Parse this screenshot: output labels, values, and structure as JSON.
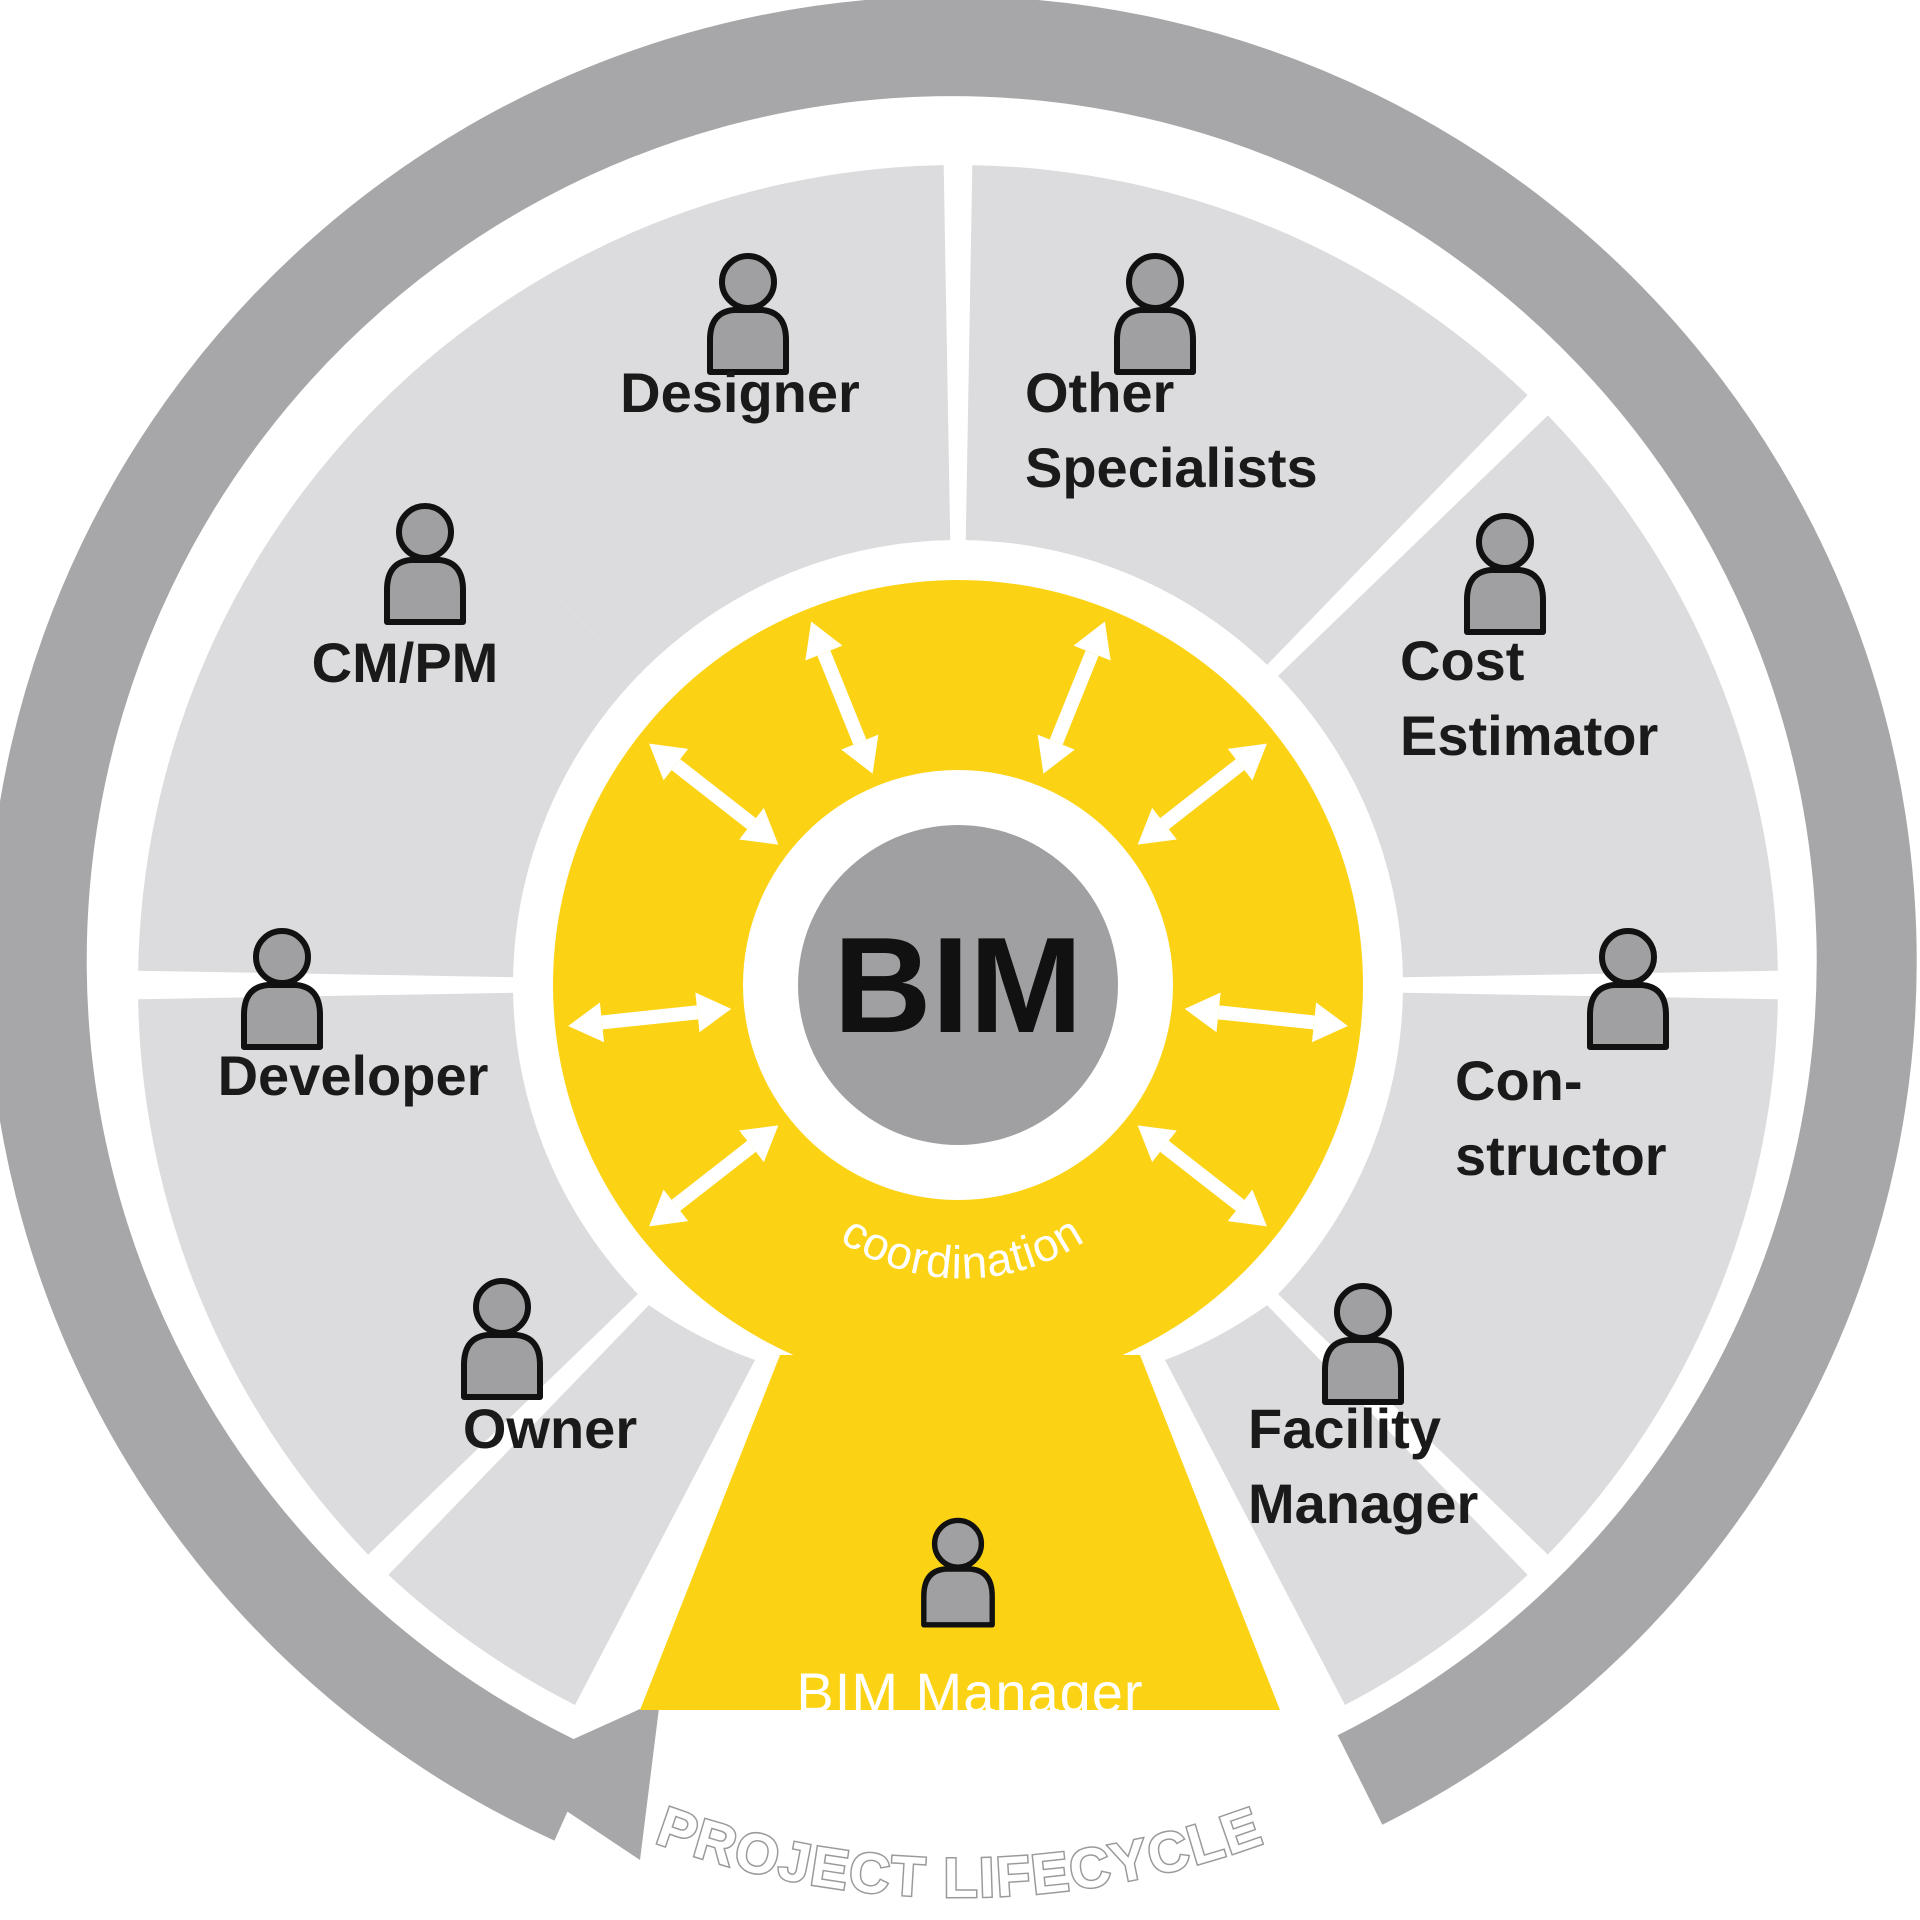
{
  "center": {
    "label": "BIM"
  },
  "coordination_label": "coordination",
  "lifecycle_label": "PROJECT LIFECYCLE",
  "roles": [
    {
      "key": "designer",
      "lines": [
        "Designer"
      ]
    },
    {
      "key": "other-specialists",
      "lines": [
        "Other",
        "Specialists"
      ]
    },
    {
      "key": "cost-estimator",
      "lines": [
        "Cost",
        "Estimator"
      ]
    },
    {
      "key": "constructor",
      "lines": [
        "Con-",
        "structor"
      ]
    },
    {
      "key": "facility-manager",
      "lines": [
        "Facility",
        "Manager"
      ]
    },
    {
      "key": "owner",
      "lines": [
        "Owner"
      ]
    },
    {
      "key": "developer",
      "lines": [
        "Developer"
      ]
    },
    {
      "key": "cm-pm",
      "lines": [
        "CM/PM"
      ]
    }
  ],
  "bim_manager": {
    "label": "BIM Manager"
  },
  "colors": {
    "ring": "#a7a7a9",
    "segment": "#dcdcde",
    "yellow": "#fcd314",
    "center_grey": "#a0a0a2",
    "icon_fill": "#a0a0a2",
    "icon_stroke": "#111111"
  },
  "icons": {
    "person": "person-icon",
    "arrow": "double-arrow-icon"
  }
}
